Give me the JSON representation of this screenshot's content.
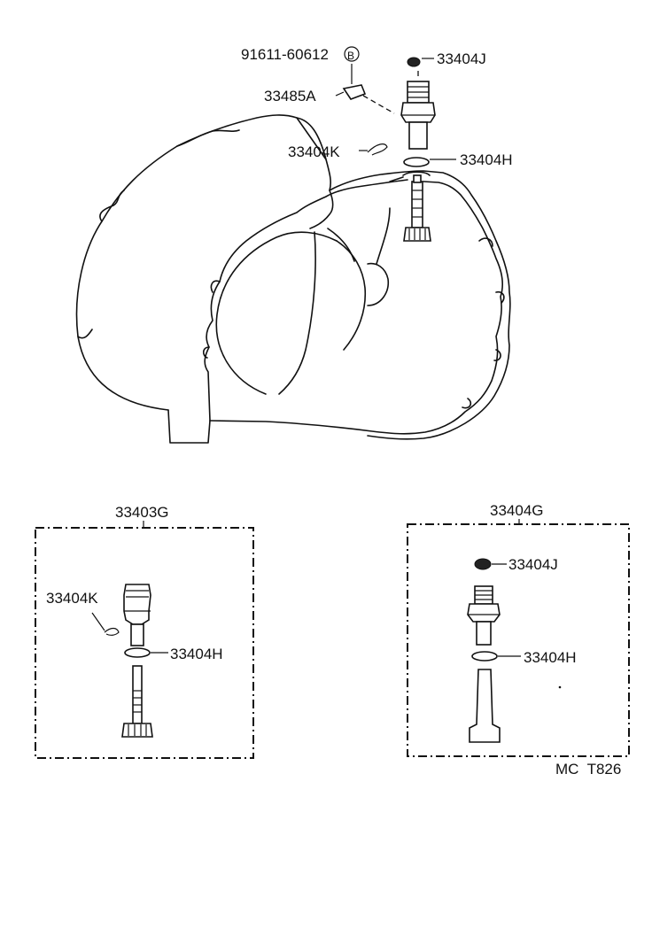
{
  "labels": {
    "bolt_91611": "91611-60612",
    "bolt_badge": "B",
    "plate_33485A": "33485A",
    "clip_33404K": "33404K",
    "cap_33404J": "33404J",
    "oring_33404H": "33404H",
    "kit_33403G": "33403G",
    "kit_33403G_clip": "33404K",
    "kit_33403G_oring": "33404H",
    "kit_33404G": "33404G",
    "kit_33404G_cap": "33404J",
    "kit_33404G_oring": "33404H",
    "footer_code": "MC  T826"
  }
}
